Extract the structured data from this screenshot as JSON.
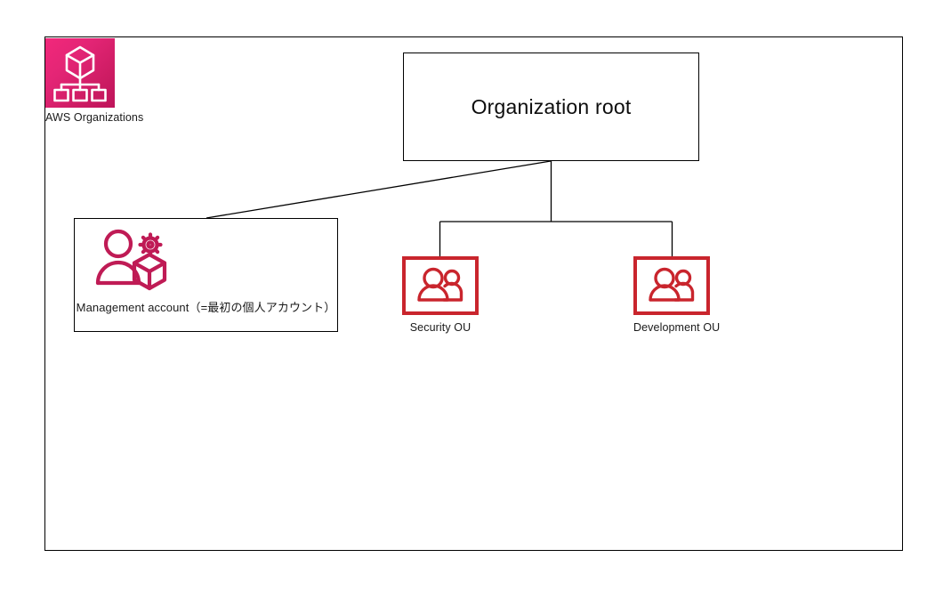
{
  "diagram": {
    "title_service": "AWS Organizations",
    "service_icon": "aws-organizations-icon",
    "colors": {
      "badge_gradient_start": "#F2287B",
      "badge_gradient_end": "#BE145A",
      "ou_red": "#C9252D",
      "account_crimson": "#BF1B55",
      "line": "#000000",
      "frame": "#000000",
      "text": "#1a1a1a"
    }
  },
  "root": {
    "label": "Organization root"
  },
  "management_account": {
    "label": "Management account（=最初の個人アカウント）",
    "icon": "user-gear-cube-icon"
  },
  "organizational_units": [
    {
      "id": "security",
      "label": "Security OU",
      "icon": "users-icon"
    },
    {
      "id": "development",
      "label": "Development OU",
      "icon": "users-icon"
    }
  ]
}
